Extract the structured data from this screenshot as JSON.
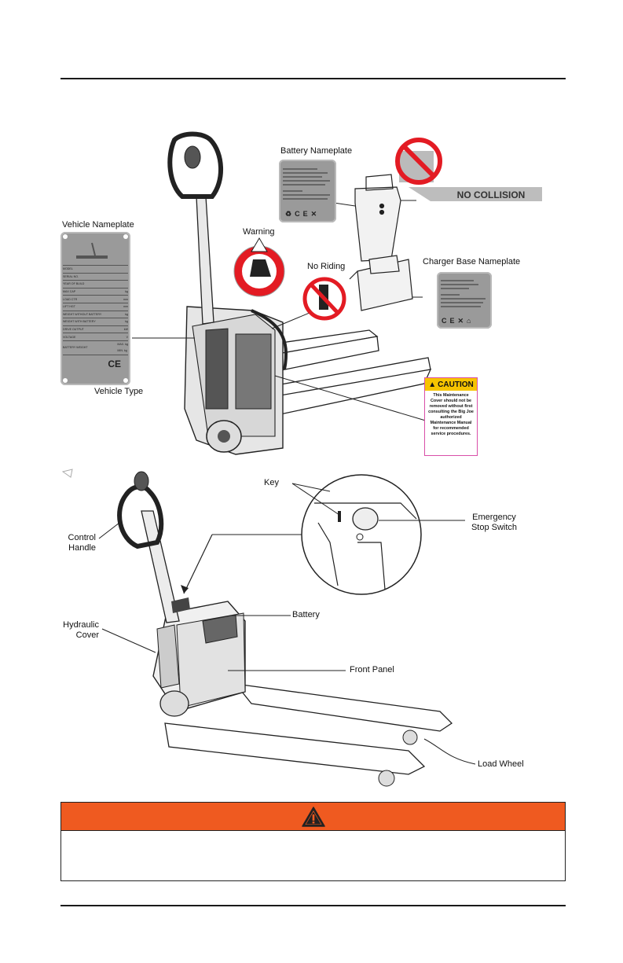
{
  "labels": {
    "battery_nameplate": "Battery Nameplate",
    "vehicle_nameplate": "Vehicle Nameplate",
    "warning": "Warning",
    "no_riding": "No Riding",
    "no_collision": "NO COLLISION",
    "charger_base_nameplate": "Charger Base Nameplate",
    "vehicle_type": "Vehicle Type",
    "key": "Key",
    "emergency_stop_switch_line1": "Emergency",
    "emergency_stop_switch_line2": "Stop Switch",
    "control_handle_line1": "Control",
    "control_handle_line2": "Handle",
    "battery": "Battery",
    "hydraulic_cover_line1": "Hydraulic",
    "hydraulic_cover_line2": "Cover",
    "front_panel": "Front Panel",
    "load_wheel": "Load Wheel"
  },
  "caution_label": {
    "heading": "CAUTION",
    "text": "This Maintenance Cover should not be removed without first consulting the Big Joe authorized Maintenance Manual for recommended service procedures."
  },
  "vehicle_nameplate_rows": [
    {
      "field": "MODEL",
      "unit": ""
    },
    {
      "field": "SERIAL NO.",
      "unit": ""
    },
    {
      "field": "YEAR OF BUILD",
      "unit": ""
    },
    {
      "field": "MAX CAP",
      "unit": "kg"
    },
    {
      "field": "LOAD CTR",
      "unit": "mm"
    },
    {
      "field": "LIFT HGT",
      "unit": "mm"
    },
    {
      "field": "WEIGHT WITHOUT BATTERY",
      "unit": "kg"
    },
    {
      "field": "WEIGHT WITH BATTERY",
      "unit": "kg"
    },
    {
      "field": "DRIVE OUTPUT",
      "unit": "kW"
    },
    {
      "field": "VOLTAGE",
      "unit": "V"
    }
  ],
  "vehicle_nameplate_battery": {
    "field": "BATTERY WEIGHT",
    "max": "MAX.",
    "min": "MIN.",
    "unit": "kg"
  },
  "colors": {
    "warning_header": "#ef5a20",
    "caution_yellow": "#f6c400",
    "prohibition_red": "#e31b23",
    "nameplate_gray": "#9a9a9a"
  }
}
